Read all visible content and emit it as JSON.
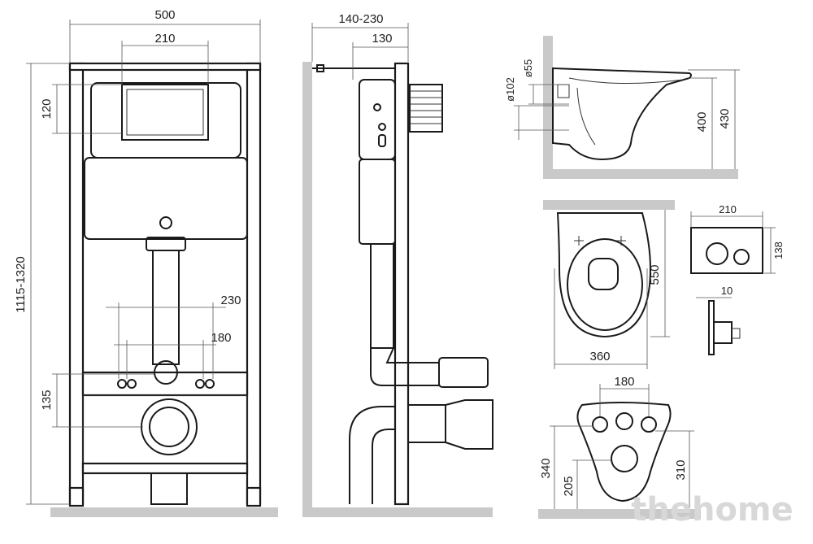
{
  "front_view": {
    "width_label": "500",
    "plate_width_label": "210",
    "plate_offset_label": "120",
    "height_label": "1115-1320",
    "fixing_outer_label": "230",
    "fixing_inner_label": "180",
    "outlet_height_label": "135"
  },
  "side_view": {
    "depth_range_label": "140-230",
    "depth_label": "130"
  },
  "toilet_side": {
    "d55_label": "ø55",
    "d102_label": "ø102",
    "height_400_label": "400",
    "height_430_label": "430"
  },
  "toilet_top": {
    "length_label": "550",
    "width_label": "360"
  },
  "flush_plate": {
    "width_label": "210",
    "height_label": "138",
    "thickness_label": "10"
  },
  "toilet_back": {
    "bolt_spacing_label": "180",
    "h340_label": "340",
    "h205_label": "205",
    "h310_label": "310"
  },
  "watermark": "thehome",
  "colors": {
    "floor": "#c9c9c9",
    "line": "#1a1a1a"
  }
}
